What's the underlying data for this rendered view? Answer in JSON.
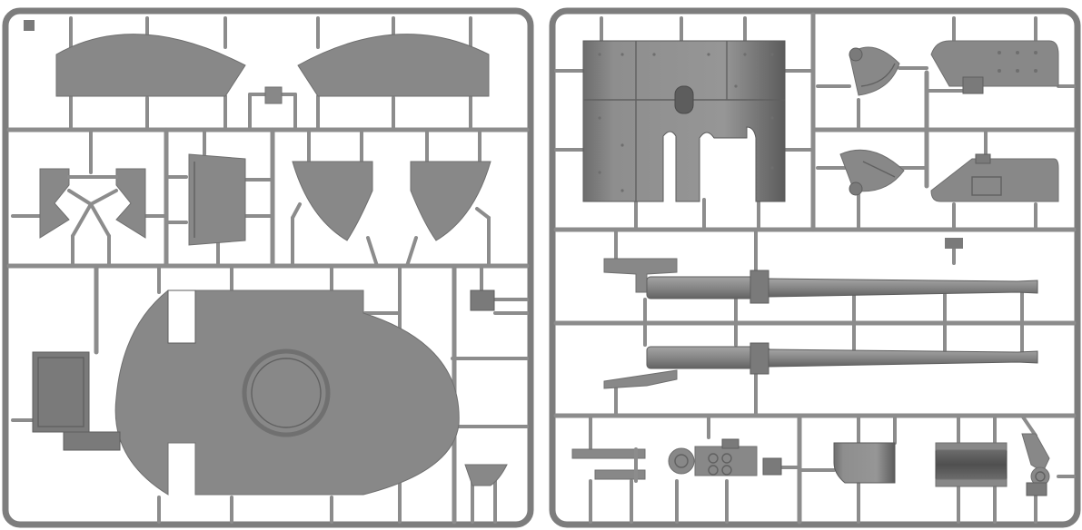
{
  "image": {
    "kind": "plastic model kit sprues",
    "colors": {
      "background": "#ffffff",
      "plastic": "#888888",
      "runner": "#8c8c8c",
      "frame": "#7d7d7d",
      "shadow": "#6f6f6f"
    }
  },
  "sprues": [
    {
      "position": "left",
      "parts": [
        "curved-shield-top-left",
        "curved-shield-top-right",
        "v-brackets",
        "small-panel",
        "wedge-left",
        "wedge-right",
        "turret-floor-plate",
        "hatch-panel",
        "corner-bracket"
      ]
    },
    {
      "position": "right",
      "parts": [
        "armored-shield",
        "quadrant-upper",
        "quadrant-lower",
        "side-plate-upper",
        "side-plate-lower",
        "gun-barrel-upper",
        "gun-barrel-lower",
        "breech-block",
        "angled-box",
        "cradle",
        "mount-arm"
      ]
    }
  ]
}
